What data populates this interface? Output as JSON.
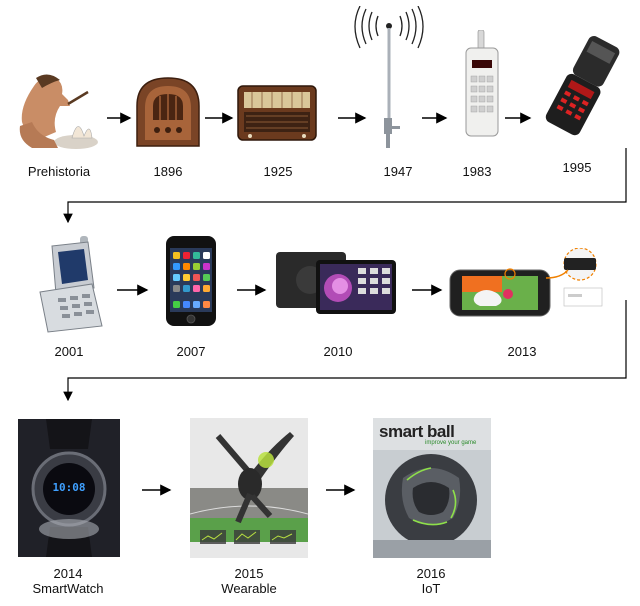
{
  "timeline": {
    "row1": [
      {
        "year": "Prehistoria",
        "icon": "caveman-fire-icon"
      },
      {
        "year": "1896",
        "icon": "cathedral-radio-icon"
      },
      {
        "year": "1925",
        "icon": "tube-radio-icon"
      },
      {
        "year": "1947",
        "icon": "radio-antenna-tower-icon"
      },
      {
        "year": "1983",
        "icon": "brick-cellphone-icon"
      },
      {
        "year": "1995",
        "icon": "flip-phone-icon"
      }
    ],
    "row2": [
      {
        "year": "2001",
        "icon": "color-flip-phone-icon"
      },
      {
        "year": "2007",
        "icon": "smartphone-icon"
      },
      {
        "year": "2010",
        "icon": "tablet-icon"
      },
      {
        "year": "2013",
        "icon": "gaming-smartphone-icon"
      }
    ],
    "row3": [
      {
        "year": "2014",
        "caption": "SmartWatch",
        "icon": "smartwatch-icon"
      },
      {
        "year": "2015",
        "caption": "Wearable",
        "icon": "wearable-goalkeeper-icon"
      },
      {
        "year": "2016",
        "caption": "IoT",
        "icon": "smart-ball-icon"
      }
    ]
  },
  "smart_ball": {
    "brand": "smart ball",
    "tagline": "improve your game"
  },
  "watch_screen": {
    "time": "10:08"
  },
  "colors": {
    "arrow": "#000000",
    "wood": "#6b3a1e",
    "screen_blue": "#3fa0ff"
  }
}
